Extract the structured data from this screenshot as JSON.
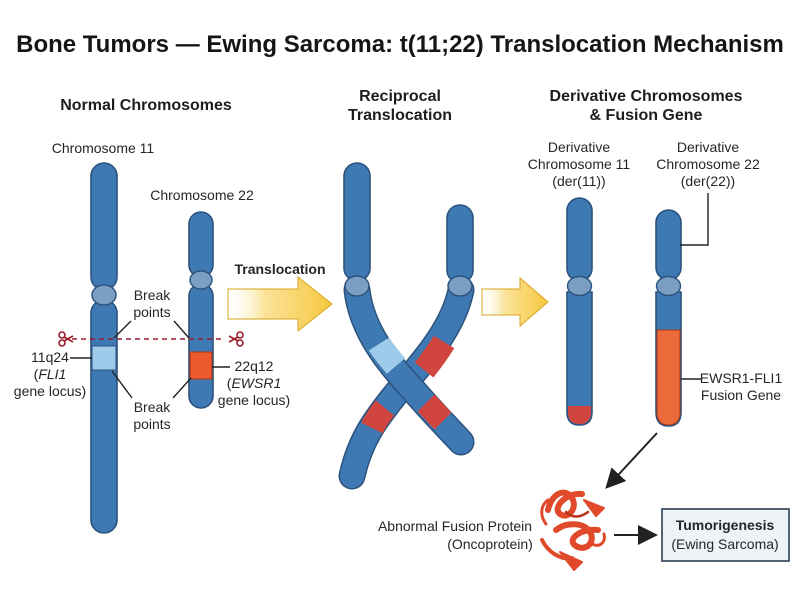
{
  "title": "Bone Tumors — Ewing Sarcoma: t(11;22) Translocation Mechanism",
  "sections": {
    "normal": "Normal Chromosomes",
    "reciprocal_line1": "Reciprocal",
    "reciprocal_line2": "Translocation",
    "derivative_line1": "Derivative Chromosomes",
    "derivative_line2": "& Fusion Gene"
  },
  "labels": {
    "chr11": "Chromosome 11",
    "chr22": "Chromosome 22",
    "translocation_arrow": "Translocation",
    "breakpoints_top_1": "Break",
    "breakpoints_top_2": "points",
    "breakpoints_bottom_1": "Break",
    "breakpoints_bottom_2": "points",
    "locus11_1": "11q24",
    "locus11_2_open": "(",
    "locus11_2_gene": "FLI1",
    "locus11_3": "gene locus)",
    "locus22_1": "22q12",
    "locus22_2_open": "(",
    "locus22_2_gene": "EWSR1",
    "locus22_3": "gene locus)",
    "der11_1": "Derivative",
    "der11_2": "Chromosome 11",
    "der11_3": "(der(11))",
    "der22_1": "Derivative",
    "der22_2": "Chromosome 22",
    "der22_3": "(der(22))",
    "fusion_gene_1": "EWSR1-FLI1",
    "fusion_gene_2": "Fusion Gene",
    "protein_1": "Abnormal Fusion Protein",
    "protein_2": "(Oncoprotein)",
    "outcome_1": "Tumorigenesis",
    "outcome_2": "(Ewing Sarcoma)"
  },
  "colors": {
    "chromosome": "#3f79b4",
    "centromere": "#7a9fc2",
    "fli1_locus": "#9ecbe9",
    "ewsr1_locus": "#ea5a2d",
    "fusion_red": "#d0463f",
    "fusion_gene": "#ec6a3a",
    "arrow_yellow": "#f6c83e",
    "protein": "#e04a2a"
  }
}
